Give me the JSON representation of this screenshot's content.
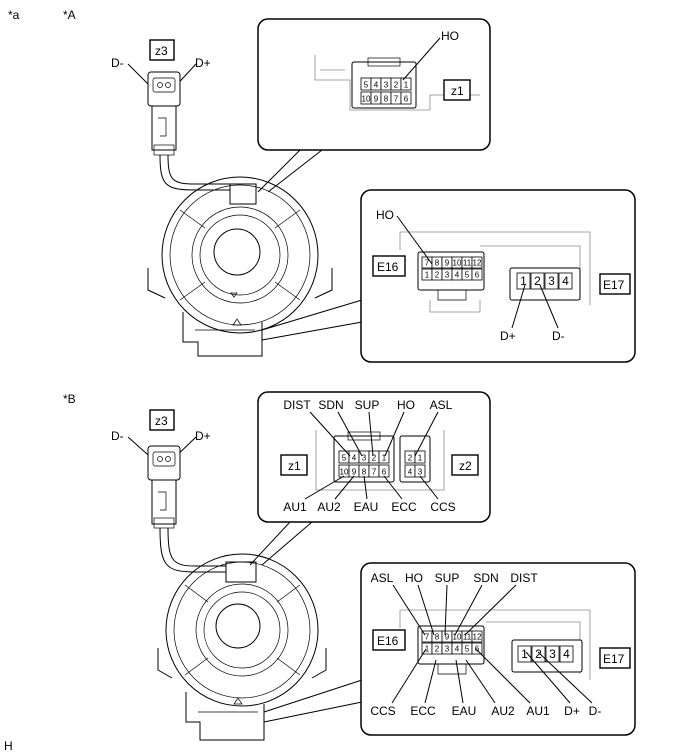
{
  "corner_labels": {
    "a": "*a",
    "b": "*B",
    "big_a": "*A",
    "footer": "H"
  },
  "section_a": {
    "z3_tag": "z3",
    "z3_left_pin": "D-",
    "z3_right_pin": "D+",
    "top_callout": {
      "label": "HO",
      "tag": "z1",
      "pins_top": [
        "5",
        "4",
        "3",
        "2",
        "1"
      ],
      "pins_bottom": [
        "10",
        "9",
        "8",
        "7",
        "6"
      ]
    },
    "bottom_callout": {
      "e16_tag": "E16",
      "e17_tag": "E17",
      "ho_label": "HO",
      "dplus_label": "D+",
      "dminus_label": "D-",
      "e16_top": [
        "7",
        "8",
        "9",
        "10",
        "11",
        "12"
      ],
      "e16_bottom": [
        "1",
        "2",
        "3",
        "4",
        "5",
        "6"
      ],
      "e17_pins": [
        "1",
        "2",
        "3",
        "4"
      ]
    }
  },
  "section_b": {
    "z3_tag": "z3",
    "z3_left_pin": "D-",
    "z3_right_pin": "D+",
    "top_callout": {
      "tag_z1": "z1",
      "tag_z2": "z2",
      "top_labels": [
        "DIST",
        "SDN",
        "SUP",
        "HO",
        "ASL"
      ],
      "bottom_labels": [
        "AU1",
        "AU2",
        "EAU",
        "ECC",
        "CCS"
      ],
      "z1_top": [
        "5",
        "4",
        "3",
        "2",
        "1"
      ],
      "z1_bottom": [
        "10",
        "9",
        "8",
        "7",
        "6"
      ],
      "z2_top": [
        "2",
        "1"
      ],
      "z2_bottom": [
        "4",
        "3"
      ]
    },
    "bottom_callout": {
      "e16_tag": "E16",
      "e17_tag": "E17",
      "top_labels": [
        "ASL",
        "HO",
        "SUP",
        "SDN",
        "DIST"
      ],
      "bottom_labels": [
        "CCS",
        "ECC",
        "EAU",
        "AU2",
        "AU1",
        "D+",
        "D-"
      ],
      "e16_top": [
        "7",
        "8",
        "9",
        "10",
        "11",
        "12"
      ],
      "e16_bottom": [
        "1",
        "2",
        "3",
        "4",
        "5",
        "6"
      ],
      "e17_pins": [
        "1",
        "2",
        "3",
        "4"
      ]
    }
  }
}
